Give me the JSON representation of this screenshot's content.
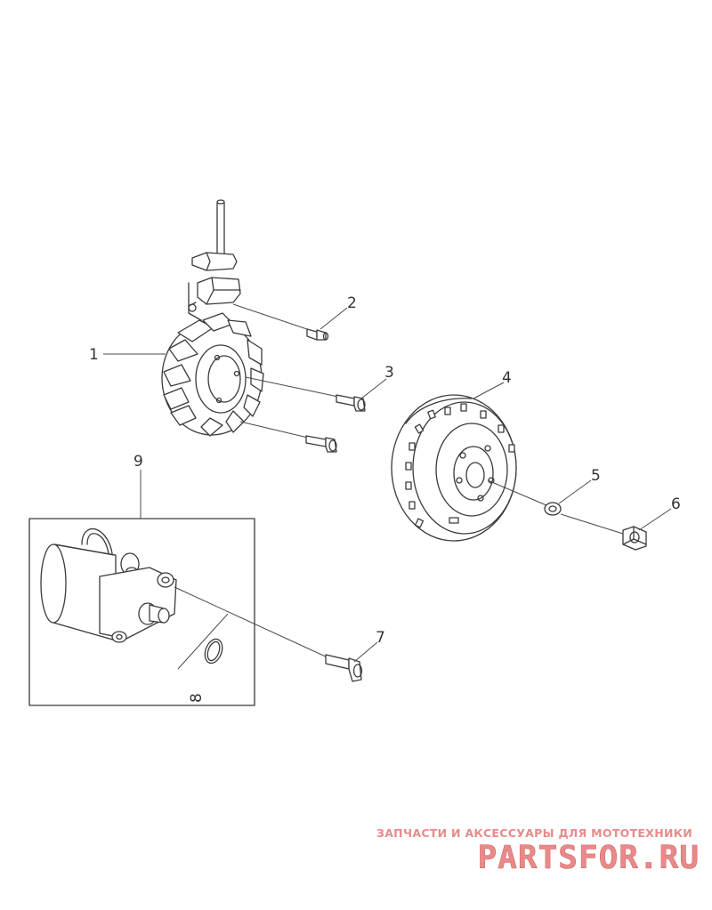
{
  "callouts": {
    "c1": "1",
    "c2": "2",
    "c3": "3",
    "c4": "4",
    "c5": "5",
    "c6": "6",
    "c7": "7",
    "c8": "8",
    "c9": "9"
  },
  "watermark": {
    "tagline": "ЗАПЧАСТИ И АКСЕССУАРЫ ДЛЯ МОТОТЕХНИКИ",
    "logo": "PARTSFOR.RU",
    "color": "#e98a8a"
  },
  "colors": {
    "line": "#3a3a3a",
    "background": "#ffffff"
  }
}
